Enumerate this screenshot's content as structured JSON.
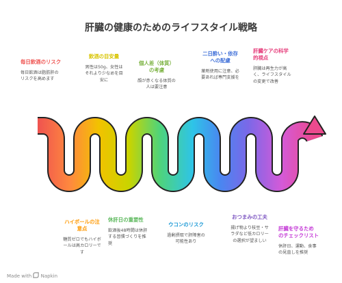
{
  "title": "肝臓の健康のためのライフスタイル戦略",
  "items": [
    {
      "heading": "毎日飲酒のリスク",
      "line1": "毎日飲酒は脂肪肝の",
      "line2": "リスクを高めます",
      "line3": "",
      "color": "#ef5350"
    },
    {
      "heading": "ハイボールの注",
      "heading2": "意点",
      "line1": "糖質ゼロでもハイボ",
      "line2": "ールは高カロリーで",
      "line3": "す",
      "color": "#ff9800"
    },
    {
      "heading": "飲酒の目安量",
      "line1": "男性は50g、女性は",
      "line2": "それより少なめを目",
      "line3": "安に",
      "color": "#d8c400"
    },
    {
      "heading": "休肝日の重要性",
      "line1": "飲酒後48時間は休肝",
      "line2": "する習慣づくりを推",
      "line3": "奨",
      "color": "#5cb85c"
    },
    {
      "heading": "個人差（体質）",
      "heading2": "の考慮",
      "line1": "顔が赤くなる体質の",
      "line2": "人は要注意",
      "line3": "",
      "color": "#7cb342"
    },
    {
      "heading": "ウコンのリスク",
      "line1": "過剰摂取で肝障害の",
      "line2": "可能性あり",
      "line3": "",
      "color": "#1e9ad6"
    },
    {
      "heading": "二日酔い・依存",
      "heading2": "への配慮",
      "line1": "薬剤使用に注意、必",
      "line2": "要あれば専門支援を",
      "line3": "",
      "color": "#3f6fd8"
    },
    {
      "heading": "おつまみの工夫",
      "line1": "揚げ物より枝豆・サ",
      "line2": "ラダなど低カロリー",
      "line3": "の選択が望ましい",
      "color": "#7e57c2"
    },
    {
      "heading": "肝臓ケアの科学",
      "heading2": "的視点",
      "line1": "肝臓は再生力が高",
      "line2": "く、ライフスタイル",
      "line3": "の変更で改善",
      "color": "#e53978"
    },
    {
      "heading": "肝臓を守るため",
      "heading2": "のチェックリスト",
      "line1": "休肝日、運動、食事",
      "line2": "の見直しを推奨",
      "line3": "",
      "color": "#c43bd6"
    }
  ],
  "footer": {
    "made_with": "Made with",
    "brand": "Napkin"
  }
}
